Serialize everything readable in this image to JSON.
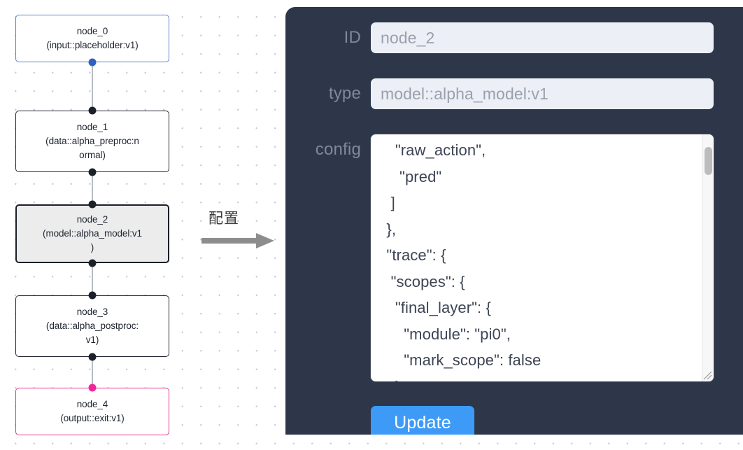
{
  "graph": {
    "nodes": [
      {
        "id": "node_0",
        "title": "node_0",
        "subtitle": "(input::placeholder:v1)",
        "lines": [
          "node_0",
          "(input::placeholder:v1)"
        ],
        "role": "input",
        "selected": false,
        "accent": "#5b83c4"
      },
      {
        "id": "node_1",
        "title": "node_1",
        "subtitle": "(data::alpha_preproc:normal)",
        "lines": [
          "node_1",
          "(data::alpha_preproc:n",
          "ormal)"
        ],
        "role": "data",
        "selected": false,
        "accent": "#222733"
      },
      {
        "id": "node_2",
        "title": "node_2",
        "subtitle": "(model::alpha_model:v1)",
        "lines": [
          "node_2",
          "(model::alpha_model:v1",
          ")"
        ],
        "role": "model",
        "selected": true,
        "accent": "#1b2029"
      },
      {
        "id": "node_3",
        "title": "node_3",
        "subtitle": "(data::alpha_postproc:v1)",
        "lines": [
          "node_3",
          "(data::alpha_postproc:",
          "v1)"
        ],
        "role": "data",
        "selected": false,
        "accent": "#222733"
      },
      {
        "id": "node_4",
        "title": "node_4",
        "subtitle": "(output::exit:v1)",
        "lines": [
          "node_4",
          "(output::exit:v1)"
        ],
        "role": "output",
        "selected": false,
        "accent": "#e8318f"
      }
    ]
  },
  "annotation": {
    "label": "配置",
    "arrow_icon": "arrow-right-icon"
  },
  "panel": {
    "background": "#2d3749",
    "fields": {
      "id": {
        "label": "ID",
        "value": "node_2"
      },
      "type": {
        "label": "type",
        "value": "model::alpha_model:v1"
      },
      "config": {
        "label": "config",
        "value": "    \"raw_action\",\n     \"pred\"\n   ]\n  },\n  \"trace\": {\n   \"scopes\": {\n    \"final_layer\": {\n      \"module\": \"pi0\",\n      \"mark_scope\": false\n    },\n     \"action_model\": {"
      }
    },
    "update_button": {
      "label": "Update",
      "color": "#3d9bf7"
    }
  }
}
